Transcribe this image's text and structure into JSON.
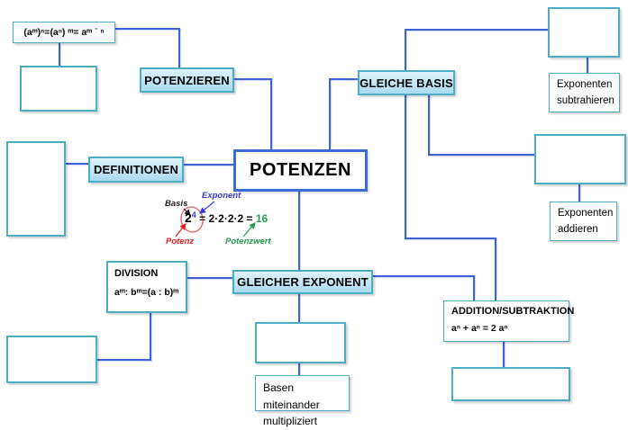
{
  "colors": {
    "connector": "#3e63d9",
    "node_border": "#4bacc6",
    "label_fill_top": "#def2fb",
    "label_fill_bottom": "#abdaef",
    "central_border": "#3a6bd8",
    "exponent_blue": "#3a3ad6",
    "potenz_red": "#e02424",
    "potenzwert_green": "#219b4e",
    "basis_color": "#222222"
  },
  "central": {
    "label": "POTENZEN"
  },
  "nodes": {
    "power_rule": "(aᵐ)ⁿ=(aⁿ) ᵐ= aᵐ ˙ ⁿ",
    "potenzieren": "POTENZIEREN",
    "gleiche_basis": "GLEICHE BASIS",
    "definitionen": "DEFINITIONEN",
    "gleicher_exponent": "GLEICHER EXPONENT",
    "exponenten_subtrahieren": {
      "line1": "Exponenten",
      "line2": "subtrahieren"
    },
    "exponenten_addieren": {
      "line1": "Exponenten",
      "line2": "addieren"
    },
    "division": {
      "title": "DIVISION",
      "formula": "aᵐ: bᵐ=(a : b)ᵐ"
    },
    "addition_subtraktion": {
      "title": "ADDITION/SUBTRAKTION",
      "formula": "aⁿ + aⁿ = 2 aⁿ"
    },
    "basen_multipliziert": {
      "line1": "Basen miteinander",
      "line2": "multipliziert"
    }
  },
  "annotation": {
    "basis_label": "Basis",
    "exponent_label": "Exponent",
    "potenz_label": "Potenz",
    "potenzwert_label": "Potenzwert",
    "base": "2",
    "exponent": "4",
    "expansion": "= 2·2·2·2 =",
    "value": "16"
  }
}
